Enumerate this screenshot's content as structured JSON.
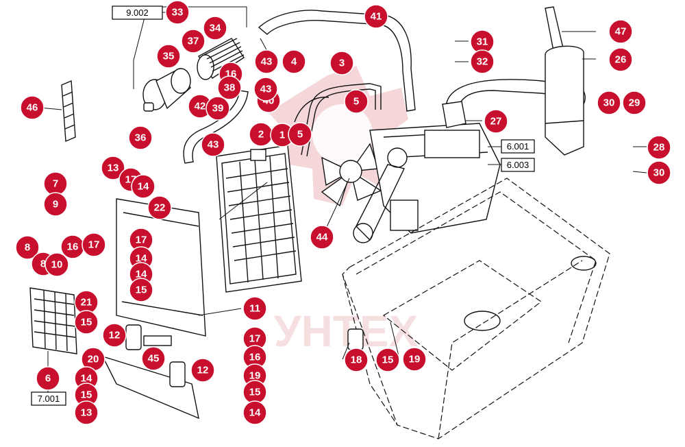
{
  "watermark": "УНТЕХ",
  "colors": {
    "callout": "#c8102e",
    "watermark": "#e8a6aa",
    "line": "#111111"
  },
  "refs": [
    {
      "id": "ref-9002",
      "label": "9.002"
    },
    {
      "id": "ref-6001",
      "label": "6.001"
    },
    {
      "id": "ref-6003",
      "label": "6.003"
    },
    {
      "id": "ref-7001",
      "label": "7.001"
    }
  ],
  "callouts": [
    "33",
    "34",
    "37",
    "35",
    "16",
    "38",
    "43",
    "42",
    "39",
    "40",
    "41",
    "4",
    "3",
    "43",
    "5",
    "31",
    "32",
    "27",
    "47",
    "26",
    "30",
    "29",
    "28",
    "30",
    "46",
    "36",
    "43",
    "2",
    "1",
    "5",
    "6.001",
    "13",
    "17",
    "14",
    "7",
    "9",
    "22",
    "44",
    "8",
    "16",
    "17",
    "8",
    "10",
    "17",
    "14",
    "14",
    "15",
    "21",
    "15",
    "11",
    "12",
    "17",
    "16",
    "20",
    "45",
    "12",
    "19",
    "14",
    "15",
    "15",
    "13",
    "14",
    "6",
    "18",
    "15",
    "19",
    "43"
  ]
}
